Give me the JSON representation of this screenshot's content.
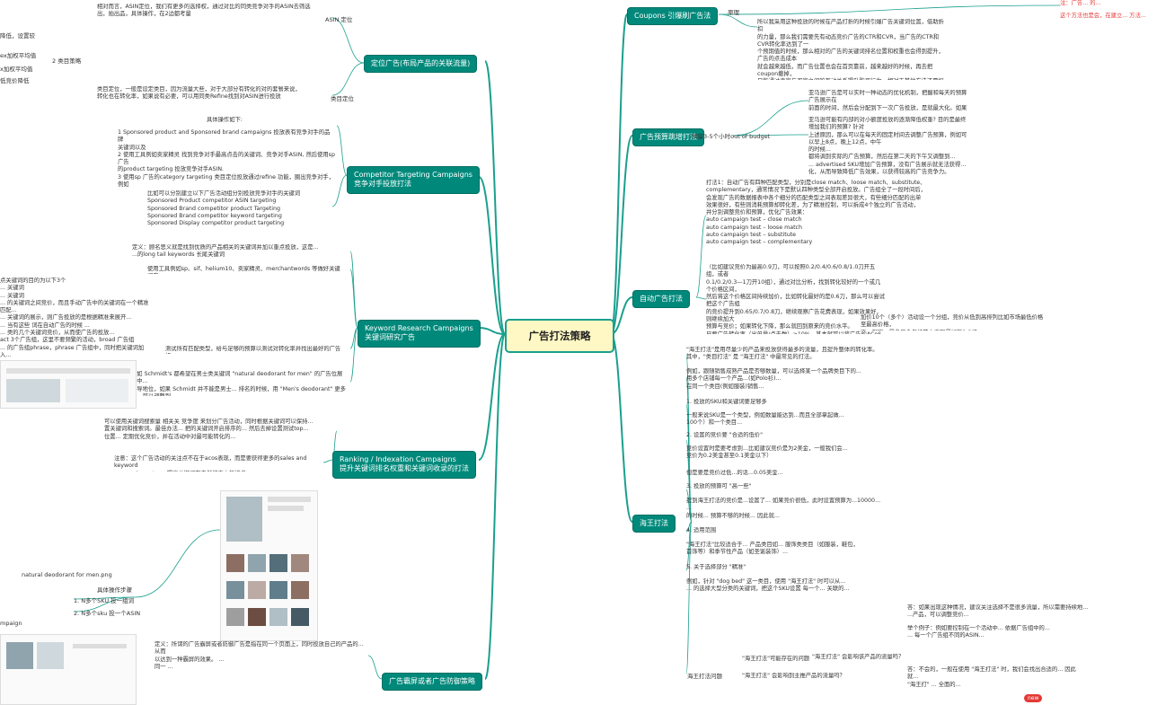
{
  "central": "广告打法策略",
  "colors": {
    "branch": "#00897b",
    "line": "#1a9f8e",
    "central_bg": "#fff8c4",
    "alert": "#e53935"
  },
  "branches": {
    "coupons": "Coupons 引爆刷广告法",
    "positioning": "定位广告(布局产品的关联流量)",
    "competitor": "Competitor Targeting Campaigns\n竞争对手投放打法",
    "budget": "广告预算跳增打法",
    "auto": "自动广告打法",
    "keyword": "Keyword Research Campaigns\n关键词研究广告",
    "ranking": "Ranking / Indexation Campaigns\n提升关键词排名权重和关键词收录的打法",
    "haiwang": "海王打法",
    "newscreen": "广告霸屏或者广告防御策略"
  },
  "labels": {
    "yuanli": "原理",
    "asin_pos": "ASIN 定位",
    "cat_pos": "类目定位",
    "two_pos": "2 类目策略",
    "budget_short": "预留3-5个小时out of budget",
    "haiwang_q": "海王打法问题",
    "juti": "具体操作步骤",
    "step1": "1. N多个SKU 投一组词",
    "step2": "2. N多个sku 投一个ASIN",
    "kw_image_label": "natural deodorant for men.png",
    "left_items": [
      "降低，设置较",
      "ex加权平均值",
      "x加权平均值",
      "低竞价降低"
    ],
    "left_word": "mpaign"
  },
  "texts": {
    "coupons_body": "所以我采用这种投放的时候在产品打折的时候引爆广告关键词位置，借助折扣\n的力量，那么我们需要先有动态竞价广告的CTR和CVR，当广告的CTR和CVR转化率达到了一\n个预期值的时候，那么相对的广告的关键词排名位置和权重也会得到提升，广告的点击成本\n就会越来越低，而广告位置也会在首页靠前，越来越好的时候，再去把coupon撤掉，\n只能通过卖家与买家之间的互动关系提升购买行为，相对于其他方法还是挺有效果的\nPPC点击成本降到一个比较好的情况，然后把优惠撤出再继续观察转化和排名。",
    "coupons_top": "相对而言，ASIN定位，我们有更多的选择权，通过对比的同类竞争对手的ASIN去筛选\n出，拍出品，具体操作，在2边都考量",
    "positioning_body": "类目定位，一般是设定类目，因为流量大些，对于大部分有转化的对的套餐来说，\n转化也在转化率，如果说有必要，可以用同类Refine找到对ASIN进行投放",
    "competitor_head": "具体操作如下:",
    "competitor_body": "1  Sponsored product and Sponsored brand campaigns 投放表有竞争对手的品牌\n   关键词以及\n2  使用工具例如卖家精灵 找到竞争对手最高点击的关键词、竞争对手ASIN, 然后使用sp广告\n   的product targeting 投放竞争对手ASIN.\n3  使用sp 广告的category targeting 类目定位投放通过refine 功能，圈出竞争对手，例如\n   品牌，价格区间等。",
    "competitor_list": "比如可以分别建立以下广告活动组分别投放竞争对手的关键词\nSponsored Product competitor ASIN targeting\nSponsored Brand competitor product Targeting\nSponsored Brand competitor keyword targeting\nSponsored Display competitor product targeting",
    "budget_top": "亚马逊广告是可以实时一种动态的优化机制，把握和每天的预算广告展示在\n前面的时间，然后会分配到下一次广告投放，是就最大化。如果它的设置的广告预算不够\n高的，在当日下午或者晚上的时候你可能会被亚马逊判定为预算不足，就会降低广告排名",
    "budget_body": "亚马逊可能有内部的对小额度投放的逐渐降低权重? 目的是最终增加我们的预算? 针对\n上述原因，那么可以在每天的固定时间去调整广告预算，例如可以早上8点，晚上12点，中午\n的时候...\n都将调到实际的广告预算，然后在第二天的下午又调整到...\n... advertised SKU增加广告预算，没有广告展示就无法获得...\n化，从而导致降低广告效果，以获得较高的广告竞争力。\n化广告曝光率的目的。",
    "auto_body": "打法1：自动广告有四种匹配类型，分别是close match、loose match、substitute、\ncomplementary，通常情况下是默认四种类型全部开启投放。广告组全了一段时间后，\n会发现广告的数据报表中各个细分的匹配类型之间表现差异很大，有些细分匹配的出单\n效果很好，有些则消耗预算却转化差，为了精准控制，可以拆成4个独立的广告活动，\n并分别调整竞价和预算，优化广告效果：\nauto campaign test – close match\nauto campaign test – loose match\nauto campaign test – substitute\nauto campaign test – complementary",
    "auto_body2": "（比如建议竞价为最高0.9刀，可以按照0.2/0.4/0.6/0.8/1.0刀开五组，或者\n0.1/0.2/0.3—1刀开10组），通过对比分析，找到转化较好的一个或几个价格区间，\n然后将这个价格区间持续加价，比如转化最好的是0.6刀，那么可以尝试把这个广告组\n的竞价提升到0.65/0.7/0.8刀，继续观察广告花费表现，如果效果好，则继续加大\n预算与竞价；如果转化下降，那么就回到原来的竞价水平。\n只要广告转化率（出单量/点击数）≥10%，基本就可以将广告的ACoS降下来。\n打法2：多个（比如5-10个）自动广告活动设置不同的竞价",
    "auto_body3": "加价10个（多个）活动设一个分组，竞价从低到高排列比如市场最低价格至最高价格，\n逐一观察，最多只会保持其中表现最好的2-3组...",
    "keyword_def": "定义：顾名思义就是找到优质的产品相关的关键词并加以重点投放，这是...\n...的long tail keywords 长尾关键词",
    "keyword_tools": "使用工具例如sp、sif、helium10、卖家精灵、merchantwords 等做好关键词库",
    "keyword_note": "测试所有匹配类型，给与足够的预算以测试对转化率并找出最好的广告组",
    "keyword_example": "例如 Schmidt's 都希望在男士类关键词 \"natural deodorant for men\" 的广告位展示中...\n主导地位，如果 Schmidt 并不能是男士... 排名的时候，用 \"Men's deodorant\" 更多的，可以调整到...\n问题，... 推测了1-2天如果能推进一点点，前面的竞价，然后是推...",
    "keyword_left": "点关键词的目的为以下3个\n... 关键词\n... 关键词\n... 的关键词之间竞价，而且手动广告中的关键词在一个精准匹配...\n... 关键词的展示，则广告投放的是根据精准来展开...\n... 当有这些 词在自动广告的时候 ...\n... 类的几个关键词竞价，从而使广告的投放...\nact 3个广告组，这里不要频繁的活动，broad 广告组\n... 的广告组phrase，phrase 广告组中，同时把关键词加入...",
    "ranking_body": "可以使用关键词搜索量 相关关 竞争度 来划分广告活动，同时根据关键词可以保持...\n置关键词和搜索词。最佳办法... 把的关键词开启排序的... 然后去掉设置测试top...\n位置... 定期优化竞价，并在活动中对最可能转化的...",
    "ranking_note": "注意：这个广告活动的关注点不在于acos表现，而是要获得更多的sales and keyword\nconversion rates，提高关键词在自然搜索中的排名。",
    "haiwang_intro": "\"海王打法\"是用尽量少的产品来投放获得最多的流量，且提升整体的转化率。\n其中，\"类目打法\" 是 \"海王打法\" 中最常见的打法。",
    "haiwang_eg": "例如，跟随销售成熟产品是否够数量，可以选择某一个品牌类目下的...\n用多个店铺每一个产品...(如Polo衫)... \n在同一个类目(例如服装)销售... ",
    "hw1": "1. 投放的SKU和关键词要足够多",
    "hw1b": "一般来说SKU是一个类型，例如数量能达到...而且全部拿起做...\n100个）和一个类目...",
    "hw2": "2. 设置的竞价要 \"合适的低价\"",
    "hw2b": "竞价设置时是要考虑到...比如建议竞价是为2美金，一般我们会...\n竞价为0.2美金甚至0.1美金以下）",
    "hw2c": "但是要是竞价过低...的话...0.05美金...",
    "hw3": "3. 投放的预算可 \"高一些\"",
    "hw3b": "提到海王打法的竞价是...设置了... 如果竞价很低，此时设置预算为...10000...\n...\n的时候... 预算不够的时候... 因此就...",
    "hw4": "4. 适用范围",
    "hw4b": "\"海王打法\"比较适合于... 产品类目如... 服饰类类目（如服装，鞋包，\n首饰等）和季节性产品（如圣诞装饰）...",
    "hw5": "5. 关于选择部分 \"精准\"",
    "hw5b": "例如，针对 \"dog bed\" 这一类目，使用 \"海王打法\" 时可以从... \n... 的选择大型分类的关键词，把这个SKU设置 每一个... 关联的...",
    "hwq_title": "\"海王打法\"可能存在的问题",
    "hwq_a": "答：如果出现这种情况，建议关注选择不是很多流量，所以需要持续地...\n...产品，可以调整竞价...",
    "hwq_b": "举个例子：例如要控制在一个活动中... 依据广告组中的...\n... 每一个广告组不同的ASIN...",
    "hwq_c": "答：不会的，一般在使用 \"海王打法\" 时，我们会找出合适的... 因此就...\n\"海王打\" ... 全面的...",
    "hwq_q1": "\"海王打法\" 会影响到主推产品的流量吗？",
    "hwq_q2": "\"海王打法\" 会影响该产品的流量吗？",
    "newscreen_body": "定义：所谓的广告霸屏或者防御广告是指在同一个页面上，同时投放自己的产品的... 从而\n以达到一种霸屏的效果。 ... \n同一 ...",
    "top_right_red": "注：广告... 的... ",
    "top_right_red2": "这个方法也是会，在建立... 方法..."
  }
}
